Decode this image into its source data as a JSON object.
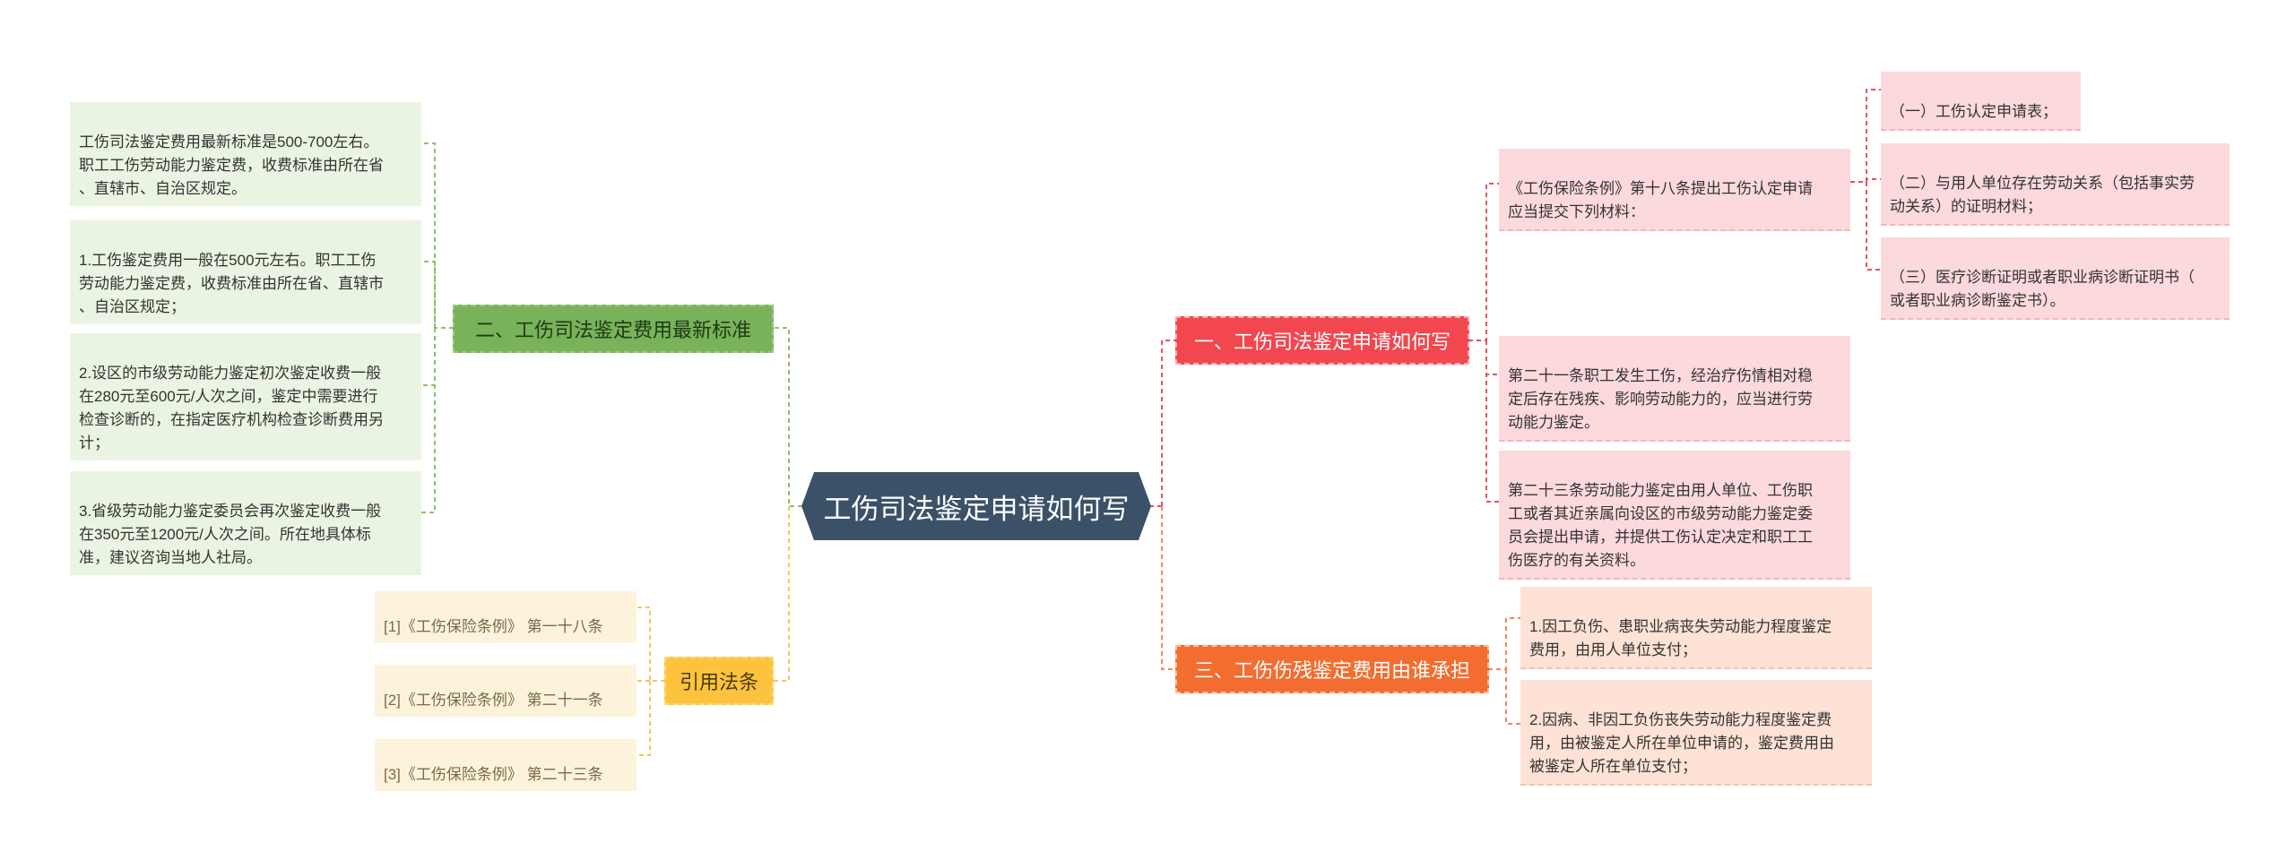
{
  "center": {
    "label": "工伤司法鉴定申请如何写"
  },
  "branches": {
    "b1": {
      "label": "一、工伤司法鉴定申请如何写",
      "color": "#f2474f"
    },
    "b2": {
      "label": "二、工伤司法鉴定费用最新标准",
      "color": "#78b25a"
    },
    "b3": {
      "label": "三、工伤伤残鉴定费用由谁承担",
      "color": "#f36d30"
    },
    "b4": {
      "label": "引用法条",
      "color": "#fdc33f"
    }
  },
  "b1_children": {
    "c1": {
      "text": "《工伤保险条例》第十八条提出工伤认定申请\n应当提交下列材料："
    },
    "c2": {
      "text": "第二十一条职工发生工伤，经治疗伤情相对稳\n定后存在残疾、影响劳动能力的，应当进行劳\n动能力鉴定。"
    },
    "c3": {
      "text": "第二十三条劳动能力鉴定由用人单位、工伤职\n工或者其近亲属向设区的市级劳动能力鉴定委\n员会提出申请，并提供工伤认定决定和职工工\n伤医疗的有关资料。"
    }
  },
  "c1_children": {
    "g1": {
      "text": "（一）工伤认定申请表；"
    },
    "g2": {
      "text": "（二）与用人单位存在劳动关系（包括事实劳\n动关系）的证明材料；"
    },
    "g3": {
      "text": "（三）医疗诊断证明或者职业病诊断证明书（\n或者职业病诊断鉴定书）。"
    }
  },
  "b2_children": {
    "c1": {
      "text": "工伤司法鉴定费用最新标准是500-700左右。\n职工工伤劳动能力鉴定费，收费标准由所在省\n、直辖市、自治区规定。"
    },
    "c2": {
      "text": "1.工伤鉴定费用一般在500元左右。职工工伤\n劳动能力鉴定费，收费标准由所在省、直辖市\n、自治区规定；"
    },
    "c3": {
      "text": "2.设区的市级劳动能力鉴定初次鉴定收费一般\n在280元至600元/人次之间，鉴定中需要进行\n检查诊断的，在指定医疗机构检查诊断费用另\n计；"
    },
    "c4": {
      "text": "3.省级劳动能力鉴定委员会再次鉴定收费一般\n在350元至1200元/人次之间。所在地具体标\n准，建议咨询当地人社局。"
    }
  },
  "b3_children": {
    "c1": {
      "text": "1.因工负伤、患职业病丧失劳动能力程度鉴定\n费用，由用人单位支付；"
    },
    "c2": {
      "text": "2.因病、非因工负伤丧失劳动能力程度鉴定费\n用，由被鉴定人所在单位申请的，鉴定费用由\n被鉴定人所在单位支付；"
    }
  },
  "b4_children": {
    "c1": {
      "text": "[1]《工伤保险条例》 第一十八条"
    },
    "c2": {
      "text": "[2]《工伤保险条例》 第二十一条"
    },
    "c3": {
      "text": "[3]《工伤保险条例》 第二十三条"
    }
  },
  "colors": {
    "center": "#3b5168",
    "link_red": "#e3545c",
    "link_green": "#8fbf6c",
    "link_orange": "#f08a57",
    "link_yellow": "#f3c766"
  }
}
